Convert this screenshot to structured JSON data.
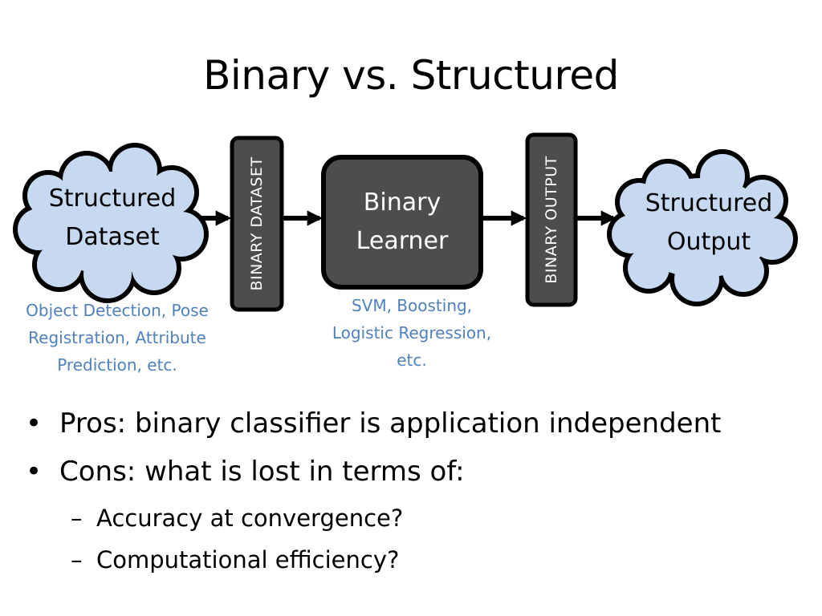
{
  "slide": {
    "title": "Binary vs. Structured"
  },
  "diagram": {
    "input_cloud": {
      "line1": "Structured",
      "line2": "Dataset"
    },
    "binary_dataset_label": "BINARY DATASET",
    "learner_box": {
      "line1": "Binary",
      "line2": "Learner"
    },
    "binary_output_label": "BINARY OUTPUT",
    "output_cloud": {
      "line1": "Structured",
      "line2": "Output"
    },
    "input_caption": {
      "line1": "Object Detection, Pose",
      "line2": "Registration, Attribute",
      "line3": "Prediction, etc."
    },
    "learner_caption": {
      "line1": "SVM, Boosting,",
      "line2": "Logistic Regression,",
      "line3": "etc."
    },
    "colors": {
      "cloud_fill": "#c6d9f0",
      "box_fill": "#4d4d4d",
      "outline": "#000000",
      "caption": "#4f81bd"
    }
  },
  "bullets": {
    "pros": {
      "marker": "•",
      "text": "Pros: binary classifier is application independent"
    },
    "cons": {
      "marker": "•",
      "text": "Cons: what is lost in terms of:"
    },
    "sub1": {
      "marker": "–",
      "text": "Accuracy at convergence?"
    },
    "sub2": {
      "marker": "–",
      "text": "Computational efficiency?"
    }
  }
}
